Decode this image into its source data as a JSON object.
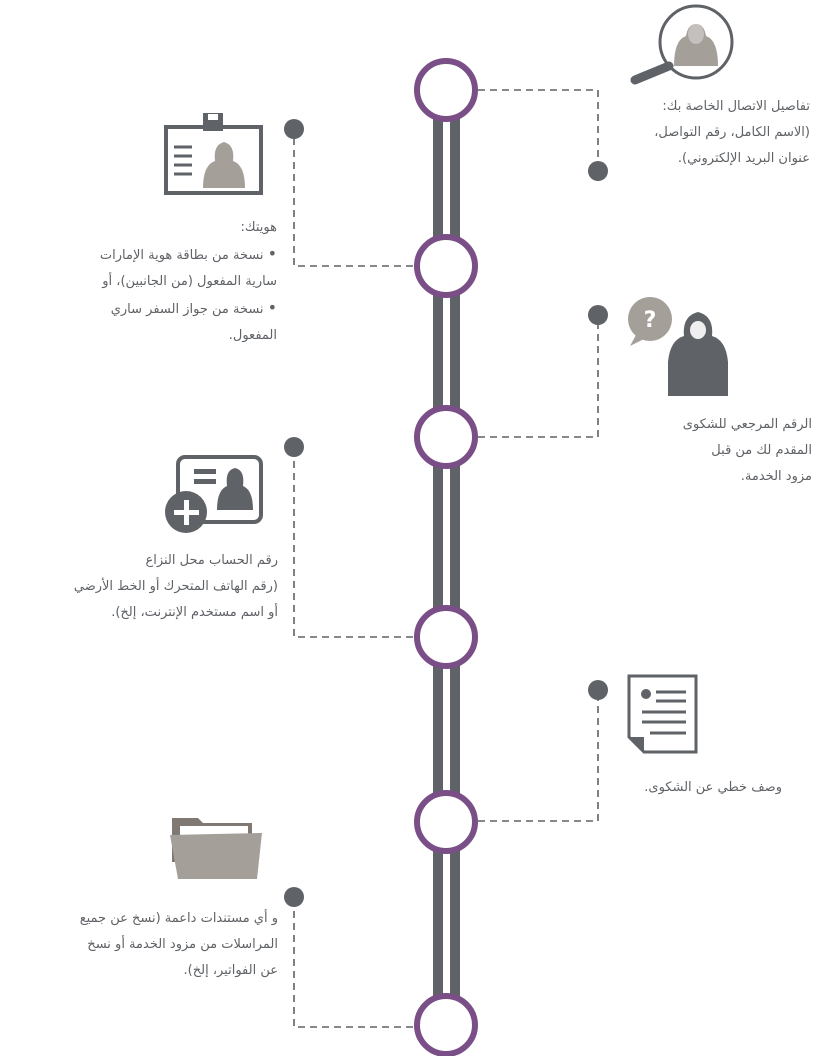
{
  "colors": {
    "purple": "#7a4f87",
    "rail": "#5f6266",
    "dot": "#5f6266",
    "icon_gray": "#a59f9a",
    "icon_dark": "#5f6266",
    "text": "#5f6266"
  },
  "items": [
    {
      "id": "contact-details",
      "icon": "magnifier-person-icon",
      "lines": [
        "تفاصيل الاتصال الخاصة بك:",
        "(الاسم الكامل، رقم  التواصل،",
        "عنوان البريد الإلكتروني)."
      ]
    },
    {
      "id": "identity",
      "icon": "id-card-icon",
      "heading": "هويتك:",
      "bullets": [
        [
          "نسخة من بطاقة هوية الإمارات",
          "سارية المفعول (من الجانبين)، أو"
        ],
        [
          "نسخة من جواز السفر ساري",
          "المفعول."
        ]
      ]
    },
    {
      "id": "complaint-reference",
      "icon": "question-person-icon",
      "lines": [
        "الرقم المرجعي للشكوى",
        "المقدم لك من قبل",
        "مزود الخدمة."
      ]
    },
    {
      "id": "disputed-account",
      "icon": "add-account-icon",
      "lines": [
        "رقم الحساب محل النزاع",
        "(رقم الهاتف المتحرك أو الخط الأرضي",
        "أو اسم مستخدم الإنترنت، إلخ)."
      ]
    },
    {
      "id": "written-description",
      "icon": "document-icon",
      "lines": [
        "وصف خطي عن الشكوى."
      ]
    },
    {
      "id": "supporting-documents",
      "icon": "folder-icon",
      "lines": [
        " و أي مستندات داعمة (نسخ عن جميع",
        "المراسلات من مزود الخدمة أو نسخ",
        "عن الفواتير، إلخ)."
      ]
    }
  ]
}
